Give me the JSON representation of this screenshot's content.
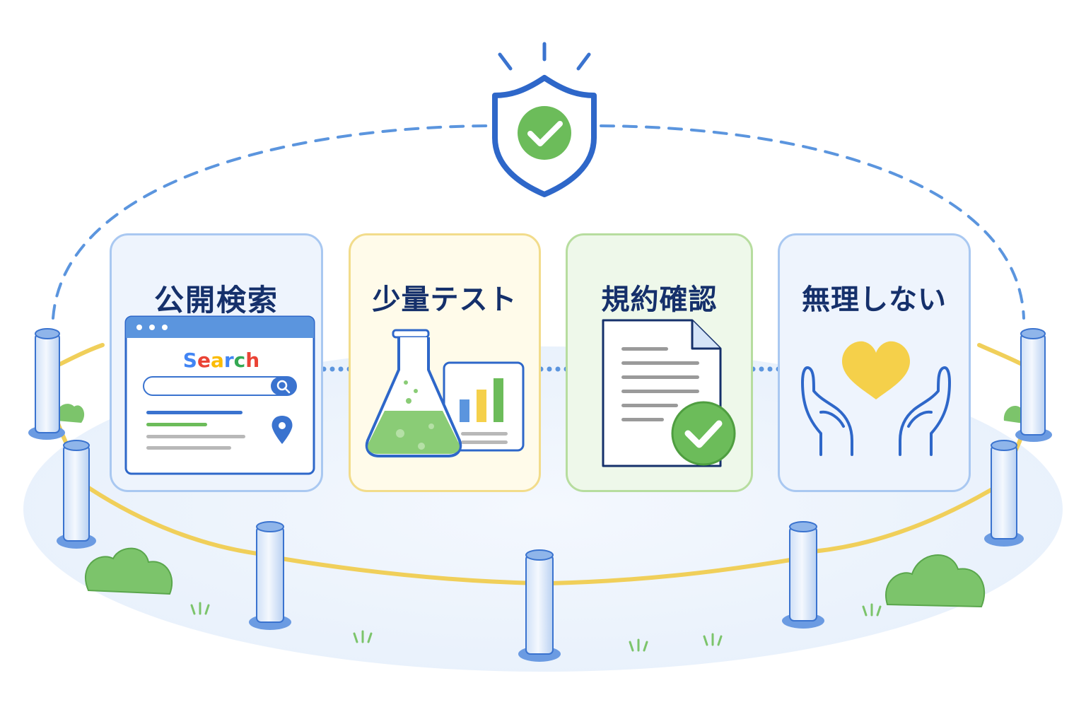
{
  "cards": [
    {
      "title": "公開検索",
      "icon": "browser-search-icon"
    },
    {
      "title": "少量テスト",
      "icon": "flask-chart-icon"
    },
    {
      "title": "規約確認",
      "icon": "document-check-icon"
    },
    {
      "title": "無理しない",
      "icon": "hands-heart-icon"
    }
  ],
  "search_mock": {
    "label": "Search",
    "letter_colors": [
      "#4285f4",
      "#ea4335",
      "#fbbc05",
      "#4285f4",
      "#34a853",
      "#ea4335"
    ]
  },
  "top_icon": "shield-check-icon",
  "colors": {
    "navy": "#15306b",
    "blue": "#3a73cf",
    "light_blue": "#a9c8f1",
    "green": "#6cbc5a",
    "yellow": "#f5d04a",
    "rope": "#f0cf5a"
  }
}
